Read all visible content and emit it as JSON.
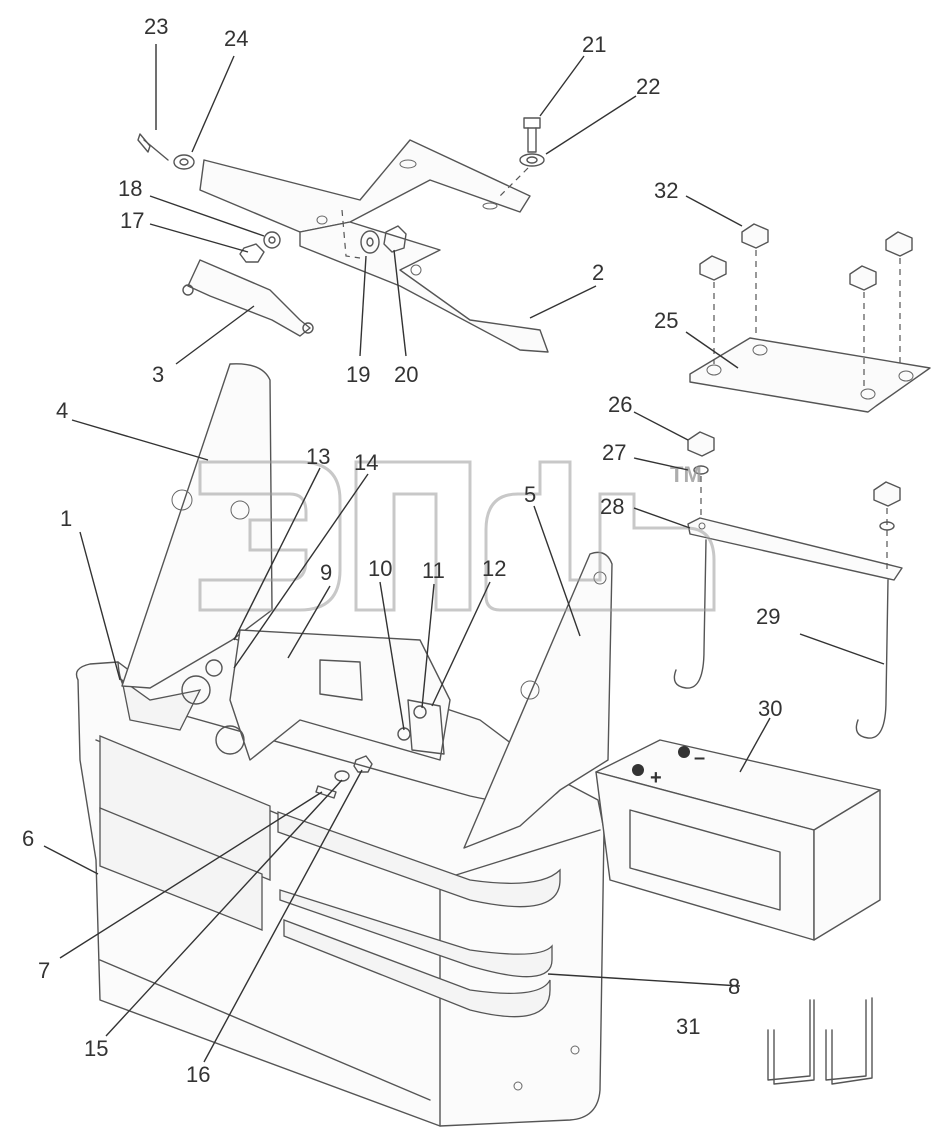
{
  "diagram": {
    "callouts": [
      "1",
      "2",
      "3",
      "4",
      "5",
      "6",
      "7",
      "8",
      "9",
      "10",
      "11",
      "12",
      "13",
      "14",
      "15",
      "16",
      "17",
      "18",
      "19",
      "20",
      "21",
      "22",
      "23",
      "24",
      "25",
      "26",
      "27",
      "28",
      "29",
      "30",
      "31",
      "32"
    ],
    "battery_terminals": {
      "negative": "–",
      "positive": "+"
    },
    "watermark_tm": "TM"
  }
}
